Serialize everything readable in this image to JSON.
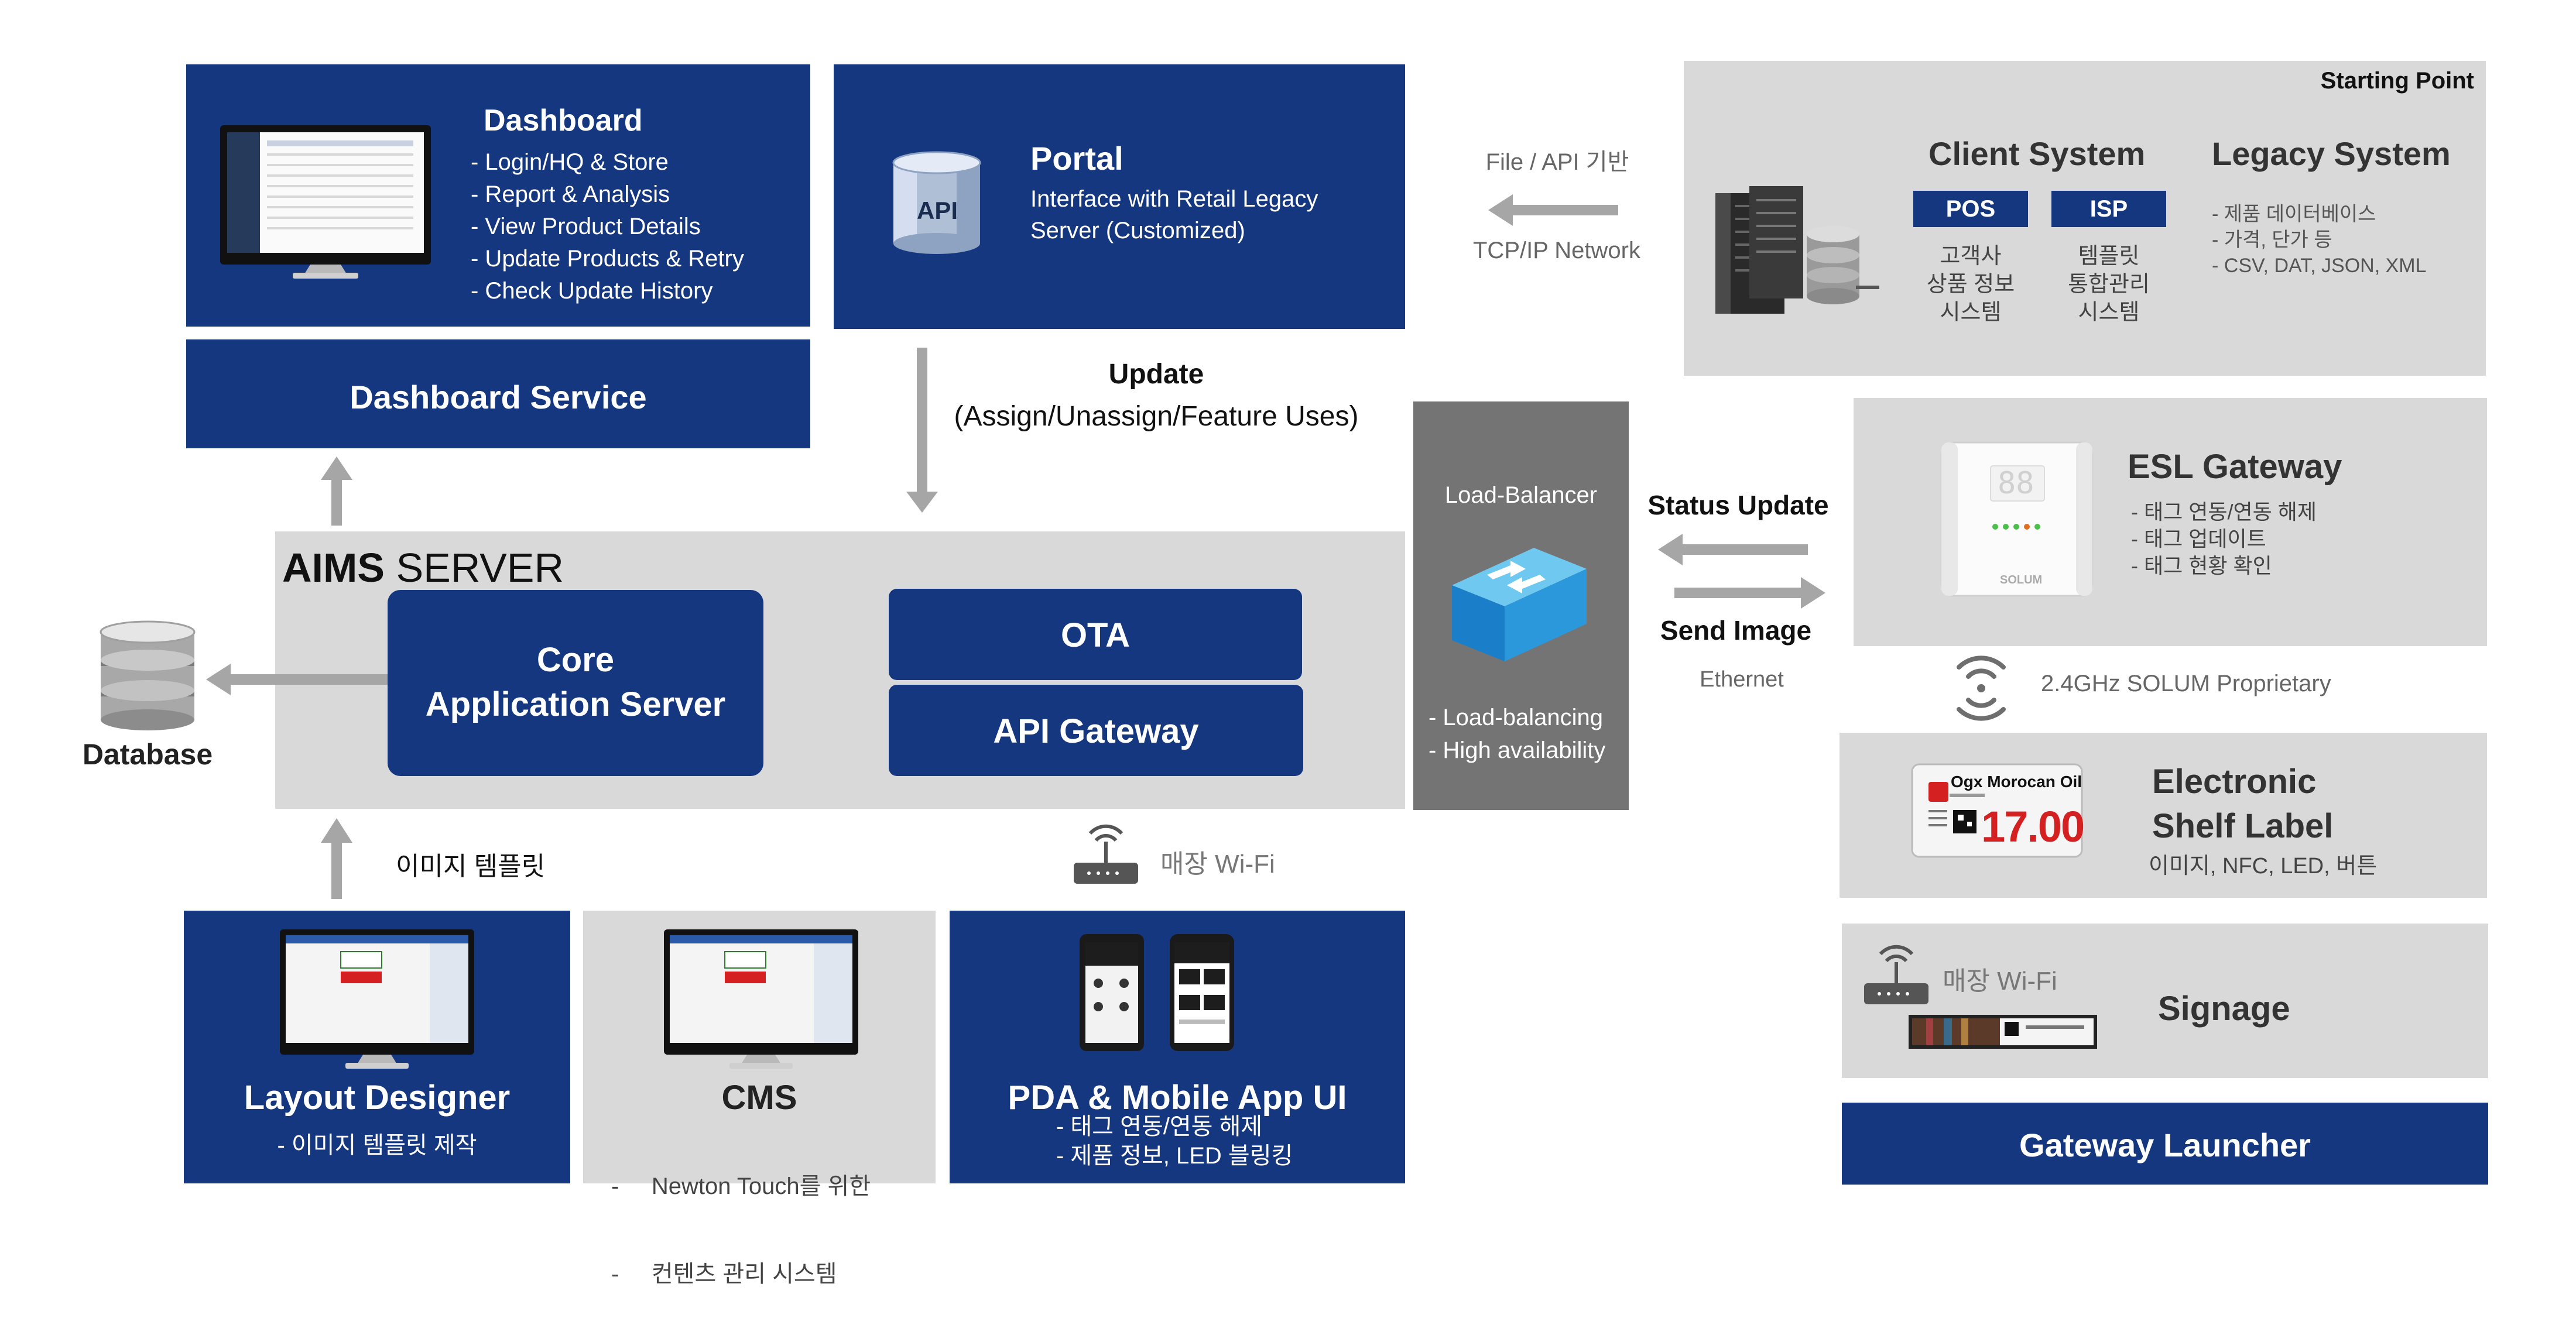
{
  "dashboard": {
    "title": "Dashboard",
    "items": [
      "- Login/HQ & Store",
      "- Report & Analysis",
      "- View Product Details",
      "- Update Products & Retry",
      "- Check Update History"
    ]
  },
  "dashboard_service": {
    "label": "Dashboard Service"
  },
  "portal": {
    "title": "Portal",
    "desc_1": "Interface with Retail Legacy",
    "desc_2": "Server (Customized)",
    "api_label": "API"
  },
  "update_label": {
    "title": "Update",
    "sub": "(Assign/Unassign/Feature Uses)"
  },
  "network": {
    "file_api": "File / API 기반",
    "tcpip": "TCP/IP Network"
  },
  "starting_point": {
    "label": "Starting Point",
    "client_title": "Client System",
    "pos": "POS",
    "isp": "ISP",
    "pos_desc": [
      "고객사",
      "상품 정보",
      "시스템"
    ],
    "isp_desc": [
      "템플릿",
      "통합관리",
      "시스템"
    ],
    "legacy_title": "Legacy System",
    "legacy_items": [
      "- 제품 데이터베이스",
      "- 가격, 단가 등",
      "- CSV, DAT, JSON, XML"
    ]
  },
  "aims_server": {
    "title_bold": "AIMS",
    "title_rest": " SERVER",
    "core_1": "Core",
    "core_2": "Application Server",
    "ota": "OTA",
    "api_gateway": "API Gateway"
  },
  "database": {
    "label": "Database"
  },
  "load_balancer": {
    "title": "Load-Balancer",
    "items": [
      "- Load-balancing",
      "- High availability"
    ]
  },
  "status_update": "Status Update",
  "send_image": "Send Image",
  "ethernet": "Ethernet",
  "esl_gateway": {
    "title": "ESL Gateway",
    "items": [
      "- 태그 연동/연동 해제",
      "- 태그 업데이트",
      "- 태그 현황 확인"
    ],
    "display": "88",
    "brand": "SOLUM"
  },
  "wireless": "2.4GHz SOLUM Proprietary",
  "esl": {
    "title_1": "Electronic",
    "title_2": "Shelf Label",
    "sub": "이미지, NFC, LED, 버튼",
    "tag_name": "Ogx Morocan Oil",
    "tag_price": "17.00"
  },
  "signage": {
    "wifi": "매장 Wi-Fi",
    "label": "Signage"
  },
  "gateway_launcher": "Gateway Launcher",
  "image_template": "이미지 템플릿",
  "store_wifi": "매장 Wi-Fi",
  "layout_designer": {
    "title": "Layout Designer",
    "sub": "- 이미지 템플릿 제작"
  },
  "cms": {
    "title": "CMS",
    "items": [
      "-     Newton Touch를 위한",
      "-     컨텐츠 관리 시스템"
    ]
  },
  "pda": {
    "title": "PDA & Mobile App UI",
    "items": [
      "- 태그 연동/연동 해제",
      "- 제품 정보, LED 블링킹"
    ]
  },
  "colors": {
    "navy": "#14377f",
    "light_gray": "#d9d9d9",
    "dark_gray": "#747474",
    "arrow": "#a6a6a6"
  }
}
